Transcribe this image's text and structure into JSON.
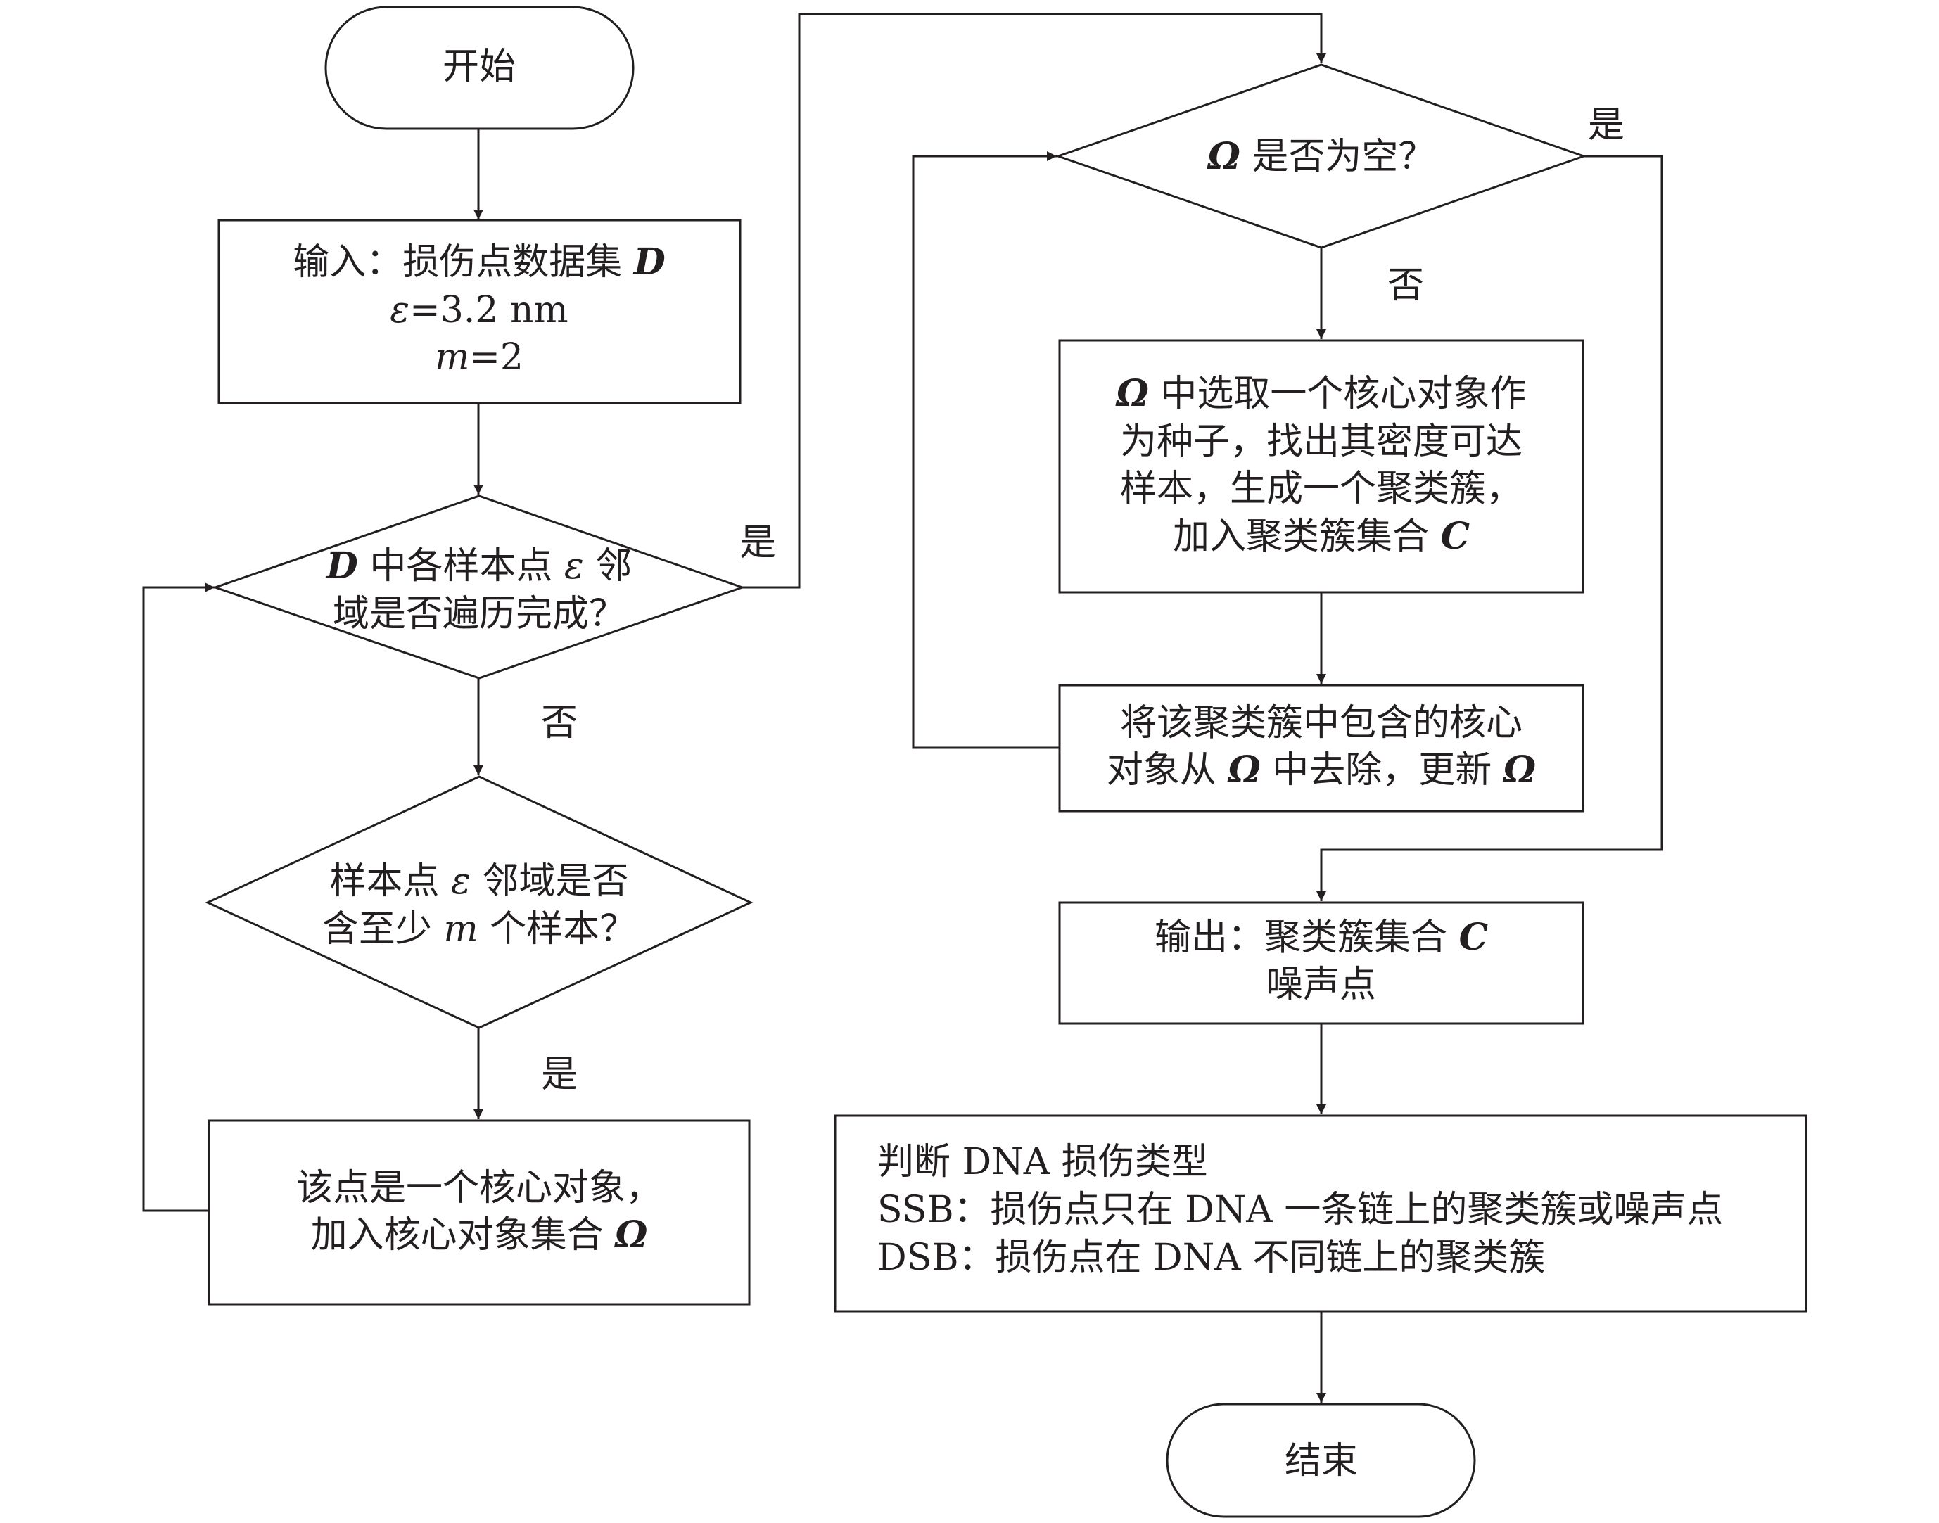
{
  "nodes": {
    "start": {
      "label": "开始"
    },
    "input": {
      "line1_prefix": "输入：损伤点数据集 ",
      "line1_var": "D",
      "line2_var": "ε",
      "line2_rest": "=3.2 nm",
      "line3_var": "m",
      "line3_rest": "=2"
    },
    "d_traverse": {
      "line1_var": "D",
      "line1_mid": " 中各样本点 ",
      "line1_var2": "ε",
      "line1_end": " 邻",
      "line2": "域是否遍历完成？"
    },
    "d_contains": {
      "line1_pre": "样本点 ",
      "line1_var": "ε",
      "line1_end": " 邻域是否",
      "line2_pre": "含至少 ",
      "line2_var": "m",
      "line2_end": " 个样本？"
    },
    "core": {
      "line1": "该点是一个核心对象，",
      "line2_pre": "加入核心对象集合 ",
      "line2_var": "Ω"
    },
    "d_empty": {
      "var": "Ω",
      "rest": " 是否为空？"
    },
    "select": {
      "line1_var": "Ω",
      "line1_rest": " 中选取一个核心对象作",
      "line2": "为种子，找出其密度可达",
      "line3": "样本，生成一个聚类簇，",
      "line4_pre": "加入聚类簇集合 ",
      "line4_var": "C"
    },
    "remove": {
      "line1": "将该聚类簇中包含的核心",
      "line2_pre": "对象从 ",
      "line2_var": "Ω",
      "line2_mid": " 中去除，更新 ",
      "line2_var2": "Ω"
    },
    "output": {
      "line1_pre": "输出：聚类簇集合 ",
      "line1_var": "C",
      "line2": "噪声点"
    },
    "judge": {
      "line1": "判断 DNA 损伤类型",
      "line2": "SSB：损伤点只在 DNA 一条链上的聚类簇或噪声点",
      "line3": "DSB：损伤点在 DNA 不同链上的聚类簇"
    },
    "end": {
      "label": "结束"
    }
  },
  "edge_labels": {
    "traverse_yes": "是",
    "traverse_no": "否",
    "contains_yes": "是",
    "empty_yes": "是",
    "empty_no": "否"
  }
}
